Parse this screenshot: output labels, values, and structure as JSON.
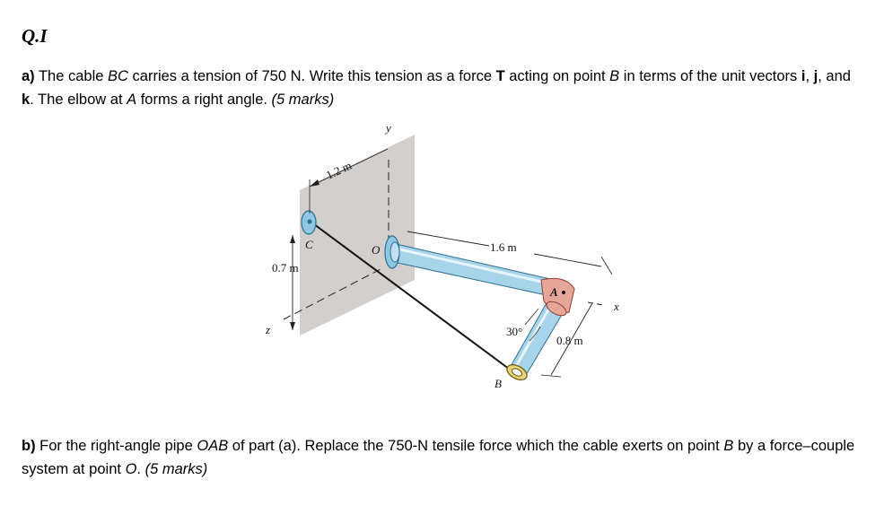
{
  "heading": "Q.I",
  "part_a": {
    "letter": "a)",
    "t1": " The cable ",
    "bc": "BC",
    "t2": " carries a tension of 750 N. Write this tension as a force ",
    "T": "T",
    "t3": " acting on point ",
    "B": "B",
    "t4": " in terms of the unit vectors ",
    "i": "i",
    "c1": ", ",
    "j": "j",
    "c2": ", and ",
    "k": "k",
    "t5": ". The elbow at ",
    "A": "A",
    "t6": " forms a right angle. ",
    "marks": "(5 marks)"
  },
  "part_b": {
    "letter": "b)",
    "t1": " For the right-angle pipe ",
    "oab": "OAB",
    "t2": " of part (a). Replace the 750-N tensile force which the cable exerts on point ",
    "B": "B",
    "t3": " by a force–couple system at point ",
    "O": "O",
    "t4": ". ",
    "marks": "(5 marks)"
  },
  "figure": {
    "label_y": "y",
    "label_x": "x",
    "label_z": "z",
    "label_C": "C",
    "label_O": "O",
    "label_A": "A",
    "label_B": "B",
    "dim_top": "1.2 m",
    "dim_left": "0.7 m",
    "dim_oa": "1.6 m",
    "dim_ab": "0.8 m",
    "angle": "30°"
  }
}
